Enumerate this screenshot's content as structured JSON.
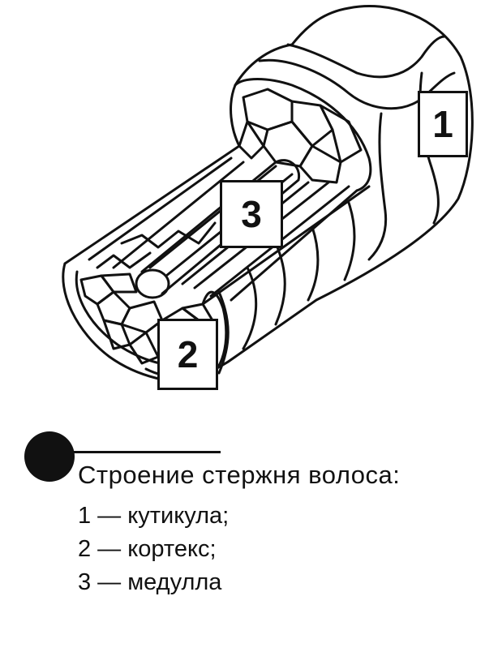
{
  "callouts": {
    "cuticle": "1",
    "cortex": "2",
    "medulla": "3"
  },
  "legend": {
    "title": "Строение стержня волоса:",
    "items": [
      "1 — кутикула;",
      "2 — кортекс;",
      "3 — медулла"
    ]
  },
  "colors": {
    "ink": "#111111",
    "paper": "#ffffff"
  }
}
